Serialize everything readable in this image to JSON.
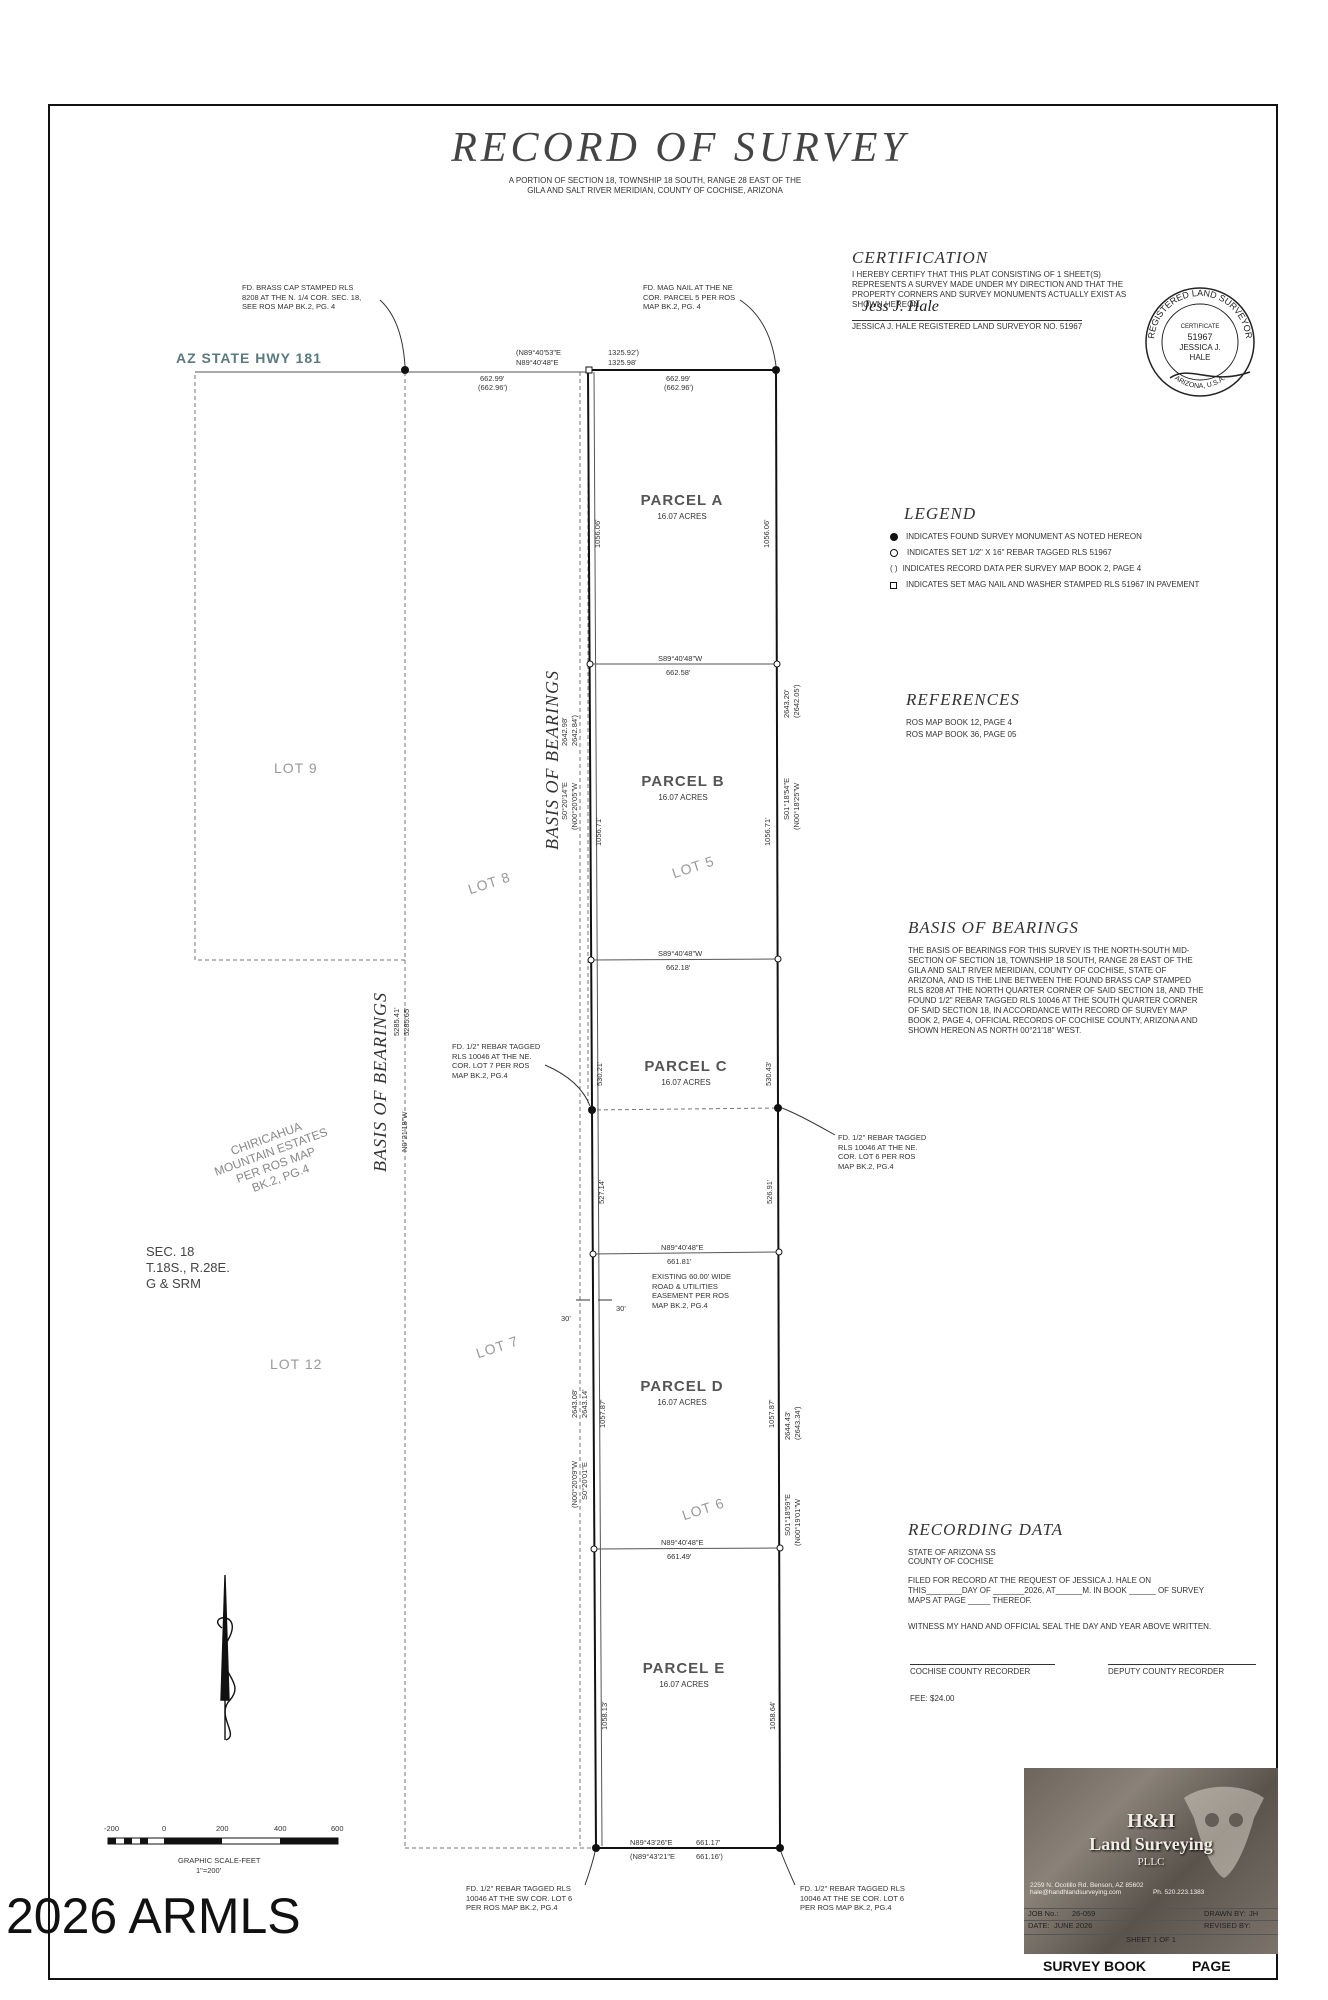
{
  "title": "RECORD OF SURVEY",
  "subtitle": "A PORTION OF SECTION 18, TOWNSHIP 18 SOUTH, RANGE 28 EAST OF THE GILA AND SALT RIVER MERIDIAN, COUNTY OF COCHISE, ARIZONA",
  "highway": "AZ STATE HWY 181",
  "notes": {
    "nw_corner": "FD. BRASS CAP STAMPED RLS 8208 AT THE N. 1/4 COR. SEC. 18, SEE ROS MAP BK.2, PG. 4",
    "ne_corner": "FD. MAG NAIL AT THE NE COR. PARCEL 5 PER ROS MAP BK.2, PG. 4",
    "lot7_ne": "FD. 1/2\" REBAR TAGGED RLS 10046 AT THE NE. COR. LOT 7 PER ROS MAP BK.2, PG.4",
    "lot6_ne": "FD. 1/2\" REBAR TAGGED RLS 10046 AT THE NE. COR. LOT 6 PER ROS MAP BK.2, PG.4",
    "easement": "EXISTING 60.00' WIDE ROAD & UTILITIES EASEMENT PER ROS MAP BK.2, PG.4",
    "sw_corner": "FD. 1/2\" REBAR TAGGED RLS 10046 AT THE SW COR. LOT 6 PER ROS MAP BK.2, PG.4",
    "se_corner": "FD. 1/2\" REBAR TAGGED RLS 10046 AT THE SE COR. LOT 6 PER ROS MAP BK.2, PG.4"
  },
  "parcels": [
    {
      "name": "PARCEL A",
      "acres": "16.07 ACRES"
    },
    {
      "name": "PARCEL B",
      "acres": "16.07 ACRES"
    },
    {
      "name": "PARCEL C",
      "acres": "16.07 ACRES"
    },
    {
      "name": "PARCEL D",
      "acres": "16.07 ACRES"
    },
    {
      "name": "PARCEL E",
      "acres": "16.07 ACRES"
    }
  ],
  "lots": {
    "lot9": "LOT 9",
    "lot8": "LOT 8",
    "lot5": "LOT 5",
    "lot7": "LOT 7",
    "lot6": "LOT 6",
    "lot12": "LOT 12"
  },
  "chiricahua": [
    "CHIRICAHUA",
    "MOUNTAIN ESTATES",
    "PER ROS MAP",
    "BK.2, PG.4"
  ],
  "section": [
    "SEC. 18",
    "T.18S., R.28E.",
    "G & SRM"
  ],
  "basis_label": "BASIS OF BEARINGS",
  "dims": {
    "top_bearing_rec": "(N89°40'53\"E",
    "top_bearing": "N89°40'48\"E",
    "top_total_rec": "1325.92')",
    "top_total": "1325.98'",
    "top_left": "662.99'",
    "top_left_rec": "(662.96')",
    "top_right": "662.99'",
    "top_right_rec": "(662.96')",
    "ab_bearing": "S89°40'48\"W",
    "ab_dist": "662.58'",
    "bc_bearing": "S89°40'48\"W",
    "bc_dist": "662.18'",
    "cd_bearing": "N89°40'48\"E",
    "cd_dist": "661.81'",
    "de_bearing": "N89°40'48\"E",
    "de_dist": "661.49'",
    "bot_bearing": "N89°43'26\"E",
    "bot_dist": "661.17'",
    "bot_bearing_rec": "(N89°43'21\"E",
    "bot_dist_rec": "661.16')",
    "a_west": "1056.06'",
    "a_east": "1056.06'",
    "b_west": "1056.71'",
    "b_east": "1056.71'",
    "c_west": "530.21'",
    "c_east": "530.43'",
    "c2_west": "527.14'",
    "c2_east": "526.91'",
    "d_west": "1057.87'",
    "d_east": "1057.87'",
    "e_west": "1058.13'",
    "e_east": "1058.64'",
    "east_total": "2643.20'",
    "east_total_rec": "(2642.05')",
    "east_b_bearing": "S01°18'54\"E",
    "east_b_rec": "(N00°18'25\"W",
    "east_d_total": "2644.43'",
    "east_d_rec": "(2643.34')",
    "east_d_bearing": "S01°18'59\"E",
    "east_d_brg_rec": "(N00°19'01\"W",
    "mid_total": "2642.98'",
    "mid_total_rec": "2642.84')",
    "mid_bearing": "S0°20'14\"E",
    "mid_bearing_rec": "(N00°20'05\"W",
    "mid_d_total": "2643.08'",
    "mid_d_rec": "2643.14'",
    "mid_d_bearing": "(N00°20'09\"W",
    "mid_d_brg2": "S0°20'01\"E",
    "west_total": "5285.41'",
    "west_total_rec": "5285.65'",
    "west_bearing": "N0°21'18\"W",
    "ease_left": "30'",
    "ease_right": "30'"
  },
  "certification": {
    "heading": "CERTIFICATION",
    "text": "I HEREBY CERTIFY THAT THIS PLAT CONSISTING OF 1 SHEET(S) REPRESENTS A SURVEY MADE UNDER MY DIRECTION AND THAT THE PROPERTY CORNERS AND SURVEY MONUMENTS ACTUALLY EXIST AS SHOWN HEREON.",
    "signer": "JESSICA J. HALE  REGISTERED LAND SURVEYOR NO. 51967",
    "signature": "Jess J. Hale",
    "seal_ring": "REGISTERED LAND SURVEYOR",
    "seal_lines": [
      "CERTIFICATE",
      "51967",
      "JESSICA J.",
      "HALE"
    ],
    "seal_bottom": "ARIZONA, U.S.A."
  },
  "legend": {
    "heading": "LEGEND",
    "items": [
      "INDICATES FOUND SURVEY MONUMENT AS NOTED HEREON",
      "INDICATES SET 1/2\" X 16\" REBAR TAGGED RLS 51967",
      "INDICATES RECORD DATA PER SURVEY MAP BOOK 2, PAGE 4",
      "INDICATES SET MAG NAIL AND WASHER STAMPED RLS 51967 IN PAVEMENT"
    ],
    "paren_symbol": "( )"
  },
  "references": {
    "heading": "REFERENCES",
    "items": [
      "ROS MAP BOOK 12, PAGE 4",
      "ROS MAP BOOK 36, PAGE 05"
    ]
  },
  "basis": {
    "heading": "BASIS OF BEARINGS",
    "text": "THE BASIS OF BEARINGS FOR THIS SURVEY IS THE NORTH-SOUTH MID-SECTION OF SECTION 18, TOWNSHIP 18 SOUTH, RANGE 28 EAST OF THE GILA AND SALT RIVER MERIDIAN, COUNTY OF COCHISE, STATE OF ARIZONA, AND IS THE LINE BETWEEN THE FOUND BRASS CAP STAMPED RLS 8208 AT THE NORTH QUARTER CORNER OF SAID SECTION 18, AND THE FOUND 1/2\" REBAR TAGGED RLS 10046 AT THE SOUTH QUARTER CORNER OF SAID SECTION 18, IN ACCORDANCE WITH RECORD OF SURVEY MAP BOOK 2, PAGE 4, OFFICIAL RECORDS OF COCHISE COUNTY, ARIZONA AND SHOWN HEREON AS NORTH 00°21'18\" WEST."
  },
  "recording": {
    "heading": "RECORDING DATA",
    "state": "STATE OF ARIZONA  SS",
    "county": "COUNTY OF COCHISE",
    "filed": "FILED FOR RECORD AT THE REQUEST OF JESSICA J. HALE ON THIS________DAY OF _______2026, AT______M. IN BOOK ______ OF SURVEY MAPS AT PAGE _____ THEREOF.",
    "witness": "WITNESS MY HAND AND OFFICIAL SEAL THE DAY AND YEAR ABOVE WRITTEN.",
    "recorder": "COCHISE COUNTY RECORDER",
    "deputy": "DEPUTY COUNTY RECORDER",
    "fee": "FEE: $24.00"
  },
  "scale": {
    "ticks": [
      "-200",
      "0",
      "200",
      "400",
      "600"
    ],
    "label": "GRAPHIC SCALE-FEET",
    "ratio": "1\"=200'"
  },
  "title_block": {
    "company": "H&H",
    "company_sub": "Land Surveying",
    "company_suffix": "PLLC",
    "address": "2259 N. Ocotillo Rd. Benson, AZ 85602",
    "email": "hale@handhlandsurveying.com",
    "phone": "Ph. 520.223.1383",
    "job_label": "JOB No.:",
    "job": "26-059",
    "drawn_label": "DRAWN BY:",
    "drawn": "JH",
    "date_label": "DATE:",
    "date": "JUNE 2026",
    "revised_label": "REVISED BY:",
    "sheet": "SHEET 1 OF 1"
  },
  "bottom": {
    "book": "SURVEY BOOK",
    "page": "PAGE"
  },
  "watermark": "2026 ARMLS"
}
